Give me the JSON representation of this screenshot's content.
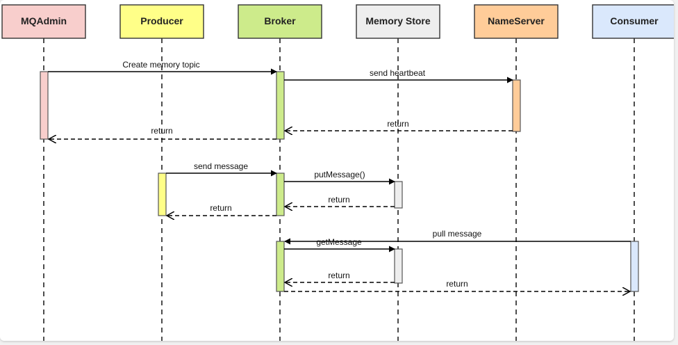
{
  "participants": [
    {
      "id": "mqadmin",
      "label": "MQAdmin",
      "color": "#f8cecc"
    },
    {
      "id": "producer",
      "label": "Producer",
      "color": "#ffff88"
    },
    {
      "id": "broker",
      "label": "Broker",
      "color": "#cdeb8b"
    },
    {
      "id": "memorystore",
      "label": "Memory Store",
      "color": "#eeeeee"
    },
    {
      "id": "nameserver",
      "label": "NameServer",
      "color": "#ffcc99"
    },
    {
      "id": "consumer",
      "label": "Consumer",
      "color": "#dae8fc"
    }
  ],
  "messages": [
    {
      "id": "create-memory-topic",
      "label": "Create memory topic",
      "from": "mqadmin",
      "to": "broker",
      "style": "solid"
    },
    {
      "id": "send-heartbeat",
      "label": "send heartbeat",
      "from": "broker",
      "to": "nameserver",
      "style": "solid"
    },
    {
      "id": "return-nameserver-broker",
      "label": "return",
      "from": "nameserver",
      "to": "broker",
      "style": "dashed"
    },
    {
      "id": "return-broker-mqadmin",
      "label": "return",
      "from": "broker",
      "to": "mqadmin",
      "style": "dashed"
    },
    {
      "id": "send-message",
      "label": "send message",
      "from": "producer",
      "to": "broker",
      "style": "solid"
    },
    {
      "id": "put-message",
      "label": "putMessage()",
      "from": "broker",
      "to": "memorystore",
      "style": "solid"
    },
    {
      "id": "return-memorystore-broker-1",
      "label": "return",
      "from": "memorystore",
      "to": "broker",
      "style": "dashed"
    },
    {
      "id": "return-broker-producer",
      "label": "return",
      "from": "broker",
      "to": "producer",
      "style": "dashed"
    },
    {
      "id": "pull-message",
      "label": "pull message",
      "from": "consumer",
      "to": "broker",
      "style": "solid"
    },
    {
      "id": "get-message",
      "label": "getMessage",
      "from": "broker",
      "to": "memorystore",
      "style": "solid"
    },
    {
      "id": "return-memorystore-broker-2",
      "label": "return",
      "from": "memorystore",
      "to": "broker",
      "style": "dashed"
    },
    {
      "id": "return-broker-consumer",
      "label": "return",
      "from": "broker",
      "to": "consumer",
      "style": "dashed"
    }
  ]
}
